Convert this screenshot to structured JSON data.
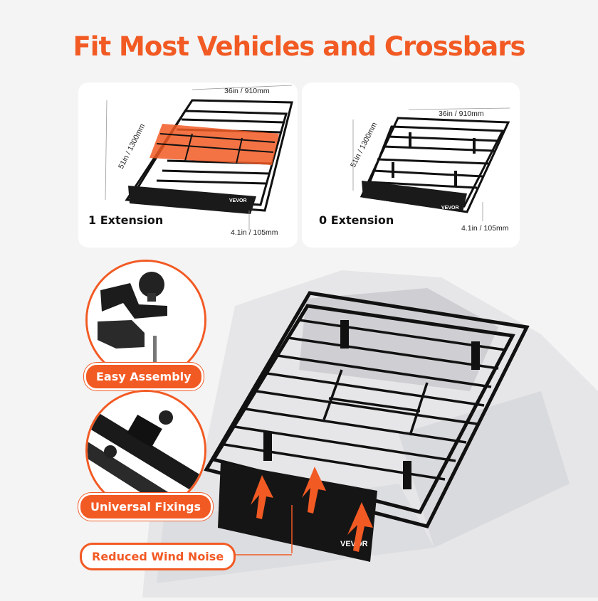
{
  "headline": "Fit Most Vehicles and Crossbars",
  "panels": [
    {
      "label": "1 Extension",
      "width_dim": "36in / 910mm",
      "length_dim": "51in / 1300mm",
      "height_dim": "4.1in / 105mm",
      "brand": "VEVOR"
    },
    {
      "label": "0 Extension",
      "width_dim": "36in / 910mm",
      "length_dim": "51in / 1300mm",
      "height_dim": "4.1in / 105mm",
      "brand": "VEVOR"
    }
  ],
  "features": [
    {
      "label": "Easy Assembly"
    },
    {
      "label": "Universal Fixings"
    },
    {
      "label": "Reduced Wind Noise"
    }
  ],
  "main_brand": "VEVOR",
  "colors": {
    "accent": "#f25a24",
    "rack": "#111111",
    "background": "#f4f4f4"
  },
  "icons": [
    "bracket-knob-icon",
    "crossbar-clamp-icon",
    "airflow-arrow-icon"
  ]
}
